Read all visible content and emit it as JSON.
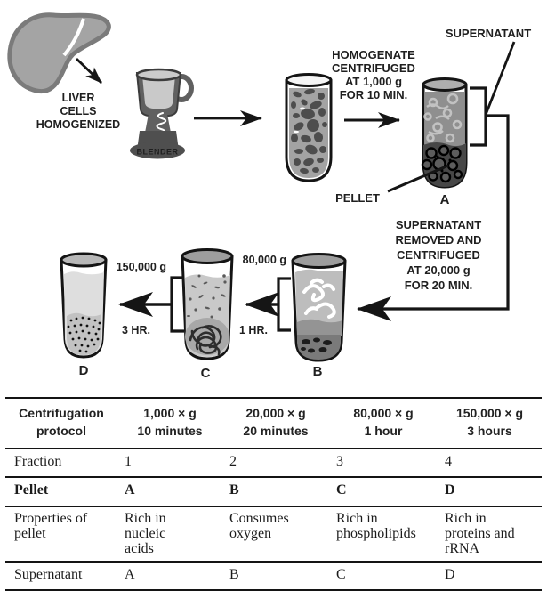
{
  "ink": "#1f1f1f",
  "diagram": {
    "liver_caption": [
      "LIVER",
      "CELLS",
      "HOMOGENIZED"
    ],
    "blender_label": "BLENDER",
    "step1_caption": [
      "HOMOGENATE",
      "CENTRIFUGED",
      "AT 1,000 g",
      "FOR 10 MIN."
    ],
    "supernatant_label": "SUPERNATANT",
    "pellet_label": "PELLET",
    "step2_caption": [
      "SUPERNATANT",
      "REMOVED AND",
      "CENTRIFUGED",
      "AT 20,000 g",
      "FOR 20 MIN."
    ],
    "speed_80k": "80,000 g",
    "time_1hr": "1 HR.",
    "speed_150k": "150,000 g",
    "time_3hr": "3 HR.",
    "tube_letters": {
      "a": "A",
      "b": "B",
      "c": "C",
      "d": "D"
    }
  },
  "table": {
    "header": [
      [
        "Centrifugation",
        "protocol"
      ],
      [
        "1,000 × g",
        "10 minutes"
      ],
      [
        "20,000 × g",
        "20 minutes"
      ],
      [
        "80,000 × g",
        "1 hour"
      ],
      [
        "150,000 × g",
        "3 hours"
      ]
    ],
    "rows": [
      {
        "label": "Fraction",
        "values": [
          "1",
          "2",
          "3",
          "4"
        ]
      },
      {
        "label": "Pellet",
        "values": [
          "A",
          "B",
          "C",
          "D"
        ]
      },
      {
        "label": "Properties of pellet",
        "values": [
          "Rich in nucleic acids",
          "Consumes oxygen",
          "Rich in phospholipids",
          "Rich in proteins and rRNA"
        ]
      },
      {
        "label": "Supernatant",
        "values": [
          "A",
          "B",
          "C",
          "D"
        ]
      }
    ]
  }
}
